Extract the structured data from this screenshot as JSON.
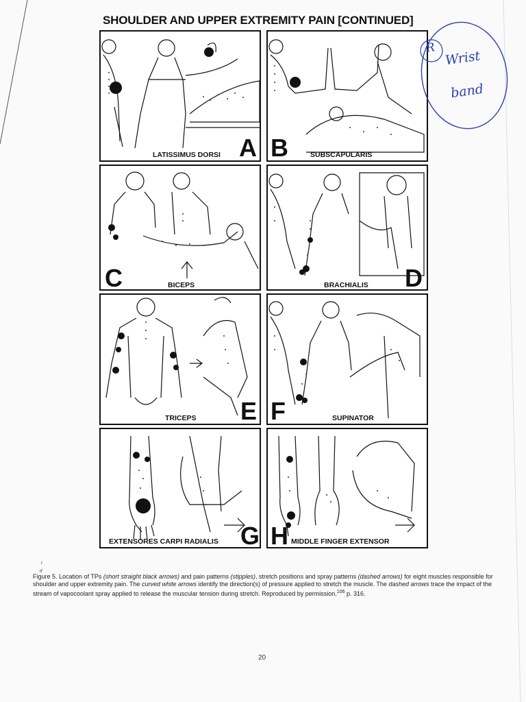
{
  "title": "SHOULDER AND UPPER EXTREMITY PAIN [CONTINUED]",
  "panels": [
    {
      "letter": "A",
      "label": "LATISSIMUS DORSI"
    },
    {
      "letter": "B",
      "label": "SUBSCAPULARIS"
    },
    {
      "letter": "C",
      "label": "BICEPS"
    },
    {
      "letter": "D",
      "label": "BRACHIALIS"
    },
    {
      "letter": "E",
      "label": "TRICEPS"
    },
    {
      "letter": "F",
      "label": "SUPINATOR"
    },
    {
      "letter": "G",
      "label": "EXTENSORES CARPI RADIALIS"
    },
    {
      "letter": "H",
      "label": "MIDDLE FINGER EXTENSOR"
    }
  ],
  "caption": {
    "lead": "Figure 5.",
    "p1": " Location of TPs ",
    "i1": "(short straight black arrows)",
    "p2": " and pain patterns ",
    "i2": "(stipples)",
    "p3": ", stretch positions and spray patterns ",
    "i3": "(dashed arrows)",
    "p4": " for eight muscles responsible for shoulder and upper extremity pain. The ",
    "i4": "curved white arrows",
    "p5": " identify the direction(s) of pressure applied to stretch the muscle. The ",
    "i5": "dashed arrows",
    "p6": " trace the impact of the stream of vapocoolant spray applied to release the muscular tension during stretch. Reproduced by permission.",
    "sup": "106",
    "p7": " p. 316."
  },
  "page_number": "20",
  "annotation": {
    "circled_letter": "R",
    "line1": "Wrist",
    "line2": "band",
    "ink_color": "#2a3fb0"
  },
  "margin_marks": [
    "ι",
    "ιr"
  ]
}
